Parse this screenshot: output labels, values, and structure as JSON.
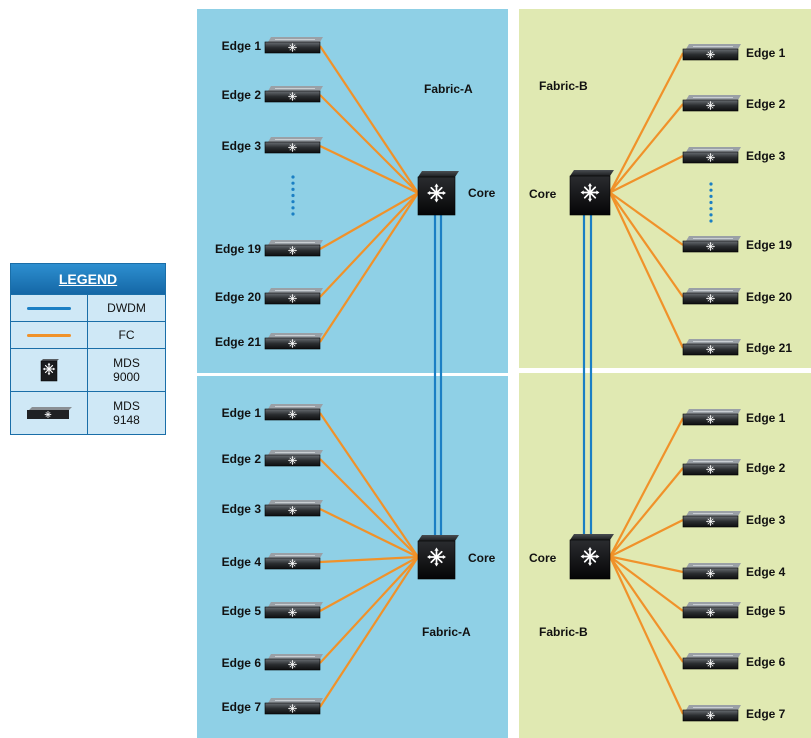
{
  "colors": {
    "fabric_a_bg": "#8fd0e6",
    "fabric_b_bg": "#e0e9b2",
    "dwdm": "#1b7fc4",
    "fc": "#f0922a"
  },
  "legend": {
    "title": "LEGEND",
    "items": [
      {
        "symbol": "dwdm-line",
        "label": "DWDM"
      },
      {
        "symbol": "fc-line",
        "label": "FC"
      },
      {
        "symbol": "mds-9000-icon",
        "label": "MDS\n9000"
      },
      {
        "symbol": "mds-9148-icon",
        "label": "MDS\n9148"
      }
    ]
  },
  "panels": [
    {
      "id": "a-top",
      "fabric_label": "Fabric-A",
      "core_label": "Core",
      "edges": [
        "Edge 1",
        "Edge 2",
        "Edge 3",
        "Edge 19",
        "Edge 20",
        "Edge 21"
      ],
      "ellipsis": true
    },
    {
      "id": "b-top",
      "fabric_label": "Fabric-B",
      "core_label": "Core",
      "edges": [
        "Edge 1",
        "Edge 2",
        "Edge 3",
        "Edge 19",
        "Edge 20",
        "Edge 21"
      ],
      "ellipsis": true
    },
    {
      "id": "a-bottom",
      "fabric_label": "Fabric-A",
      "core_label": "Core",
      "edges": [
        "Edge 1",
        "Edge 2",
        "Edge 3",
        "Edge 4",
        "Edge 5",
        "Edge 6",
        "Edge 7"
      ],
      "ellipsis": false
    },
    {
      "id": "b-bottom",
      "fabric_label": "Fabric-B",
      "core_label": "Core",
      "edges": [
        "Edge 1",
        "Edge 2",
        "Edge 3",
        "Edge 4",
        "Edge 5",
        "Edge 6",
        "Edge 7"
      ],
      "ellipsis": false
    }
  ]
}
